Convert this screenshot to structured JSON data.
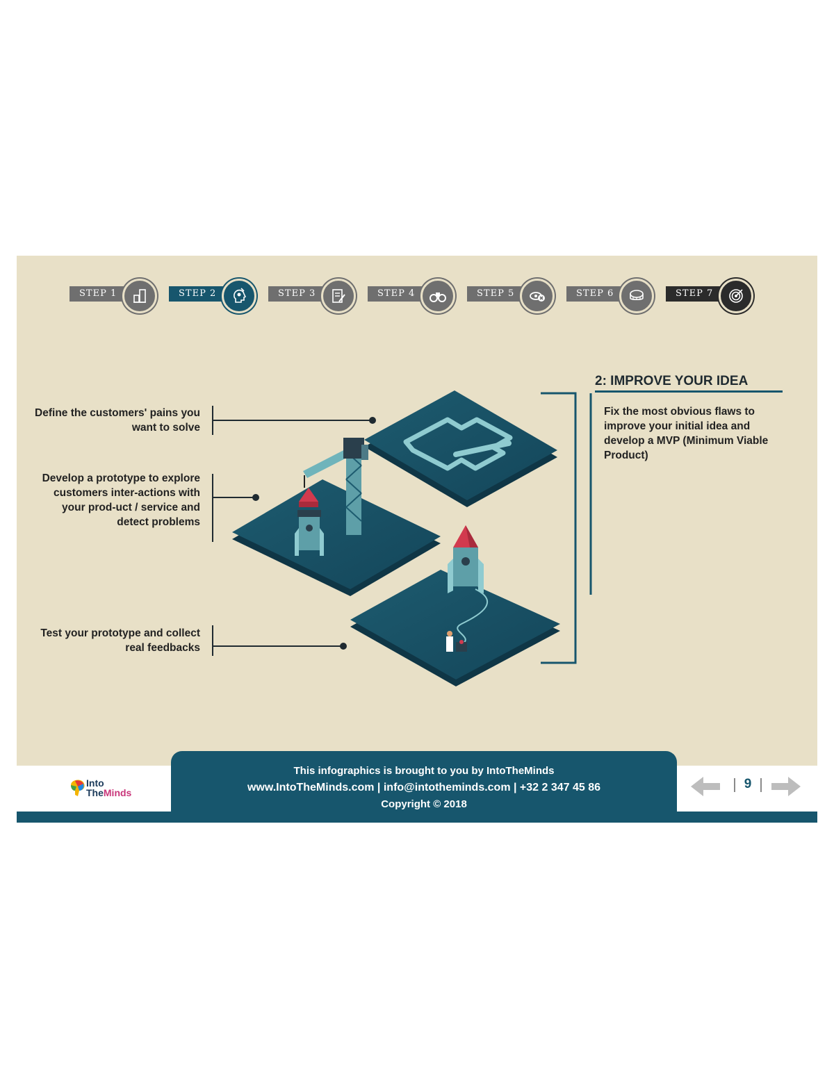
{
  "steps": [
    {
      "label": "STEP 1",
      "icon": "lab-flask-icon",
      "state": "inactive"
    },
    {
      "label": "STEP 2",
      "icon": "head-idea-icon",
      "state": "active"
    },
    {
      "label": "STEP 3",
      "icon": "document-pencil-icon",
      "state": "inactive"
    },
    {
      "label": "STEP 4",
      "icon": "binoculars-icon",
      "state": "inactive"
    },
    {
      "label": "STEP 5",
      "icon": "eye-cross-icon",
      "state": "inactive"
    },
    {
      "label": "STEP 6",
      "icon": "tape-measure-icon",
      "state": "inactive"
    },
    {
      "label": "STEP 7",
      "icon": "target-icon",
      "state": "dark"
    }
  ],
  "left_labels": [
    "Define the customers' pains you want to solve",
    "Develop a prototype to explore customers inter-actions with your prod-uct / service and detect problems",
    "Test your prototype and collect real feedbacks"
  ],
  "section": {
    "title": "2: IMPROVE YOUR IDEA",
    "description": "Fix the most obvious flaws to improve your initial idea and develop a MVP (Minimum Viable Product)"
  },
  "footer": {
    "line1": "This infographics is brought to you by IntoTheMinds",
    "line2": "www.IntoTheMinds.com | info@intotheminds.com | +32 2 347 45 86",
    "line3": "Copyright © 2018",
    "logo_line1": "Into",
    "logo_line2a": "The",
    "logo_line2b": "Minds"
  },
  "pager": {
    "page": "9"
  },
  "colors": {
    "background": "#e8e0c7",
    "primary": "#17566d",
    "step_inactive": "#6f6f6f",
    "step_dark": "#2b2b2b",
    "accent_red": "#d23a4e"
  }
}
